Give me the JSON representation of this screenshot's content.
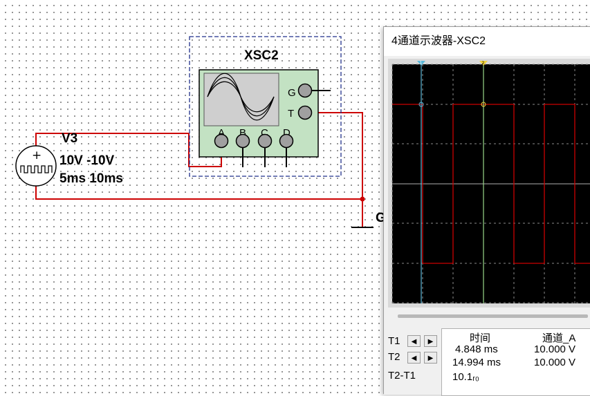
{
  "source": {
    "name": "V3",
    "values_line1": "10V -10V",
    "values_line2": "5ms 10ms"
  },
  "instrument": {
    "name": "XSC2",
    "terminals": [
      "G",
      "T",
      "A",
      "B",
      "C",
      "D"
    ]
  },
  "ground_label": "G",
  "scope_window": {
    "title": "4通道示波器-XSC2",
    "cursor_t1_marker": "1",
    "cursor_t2_marker": "2",
    "t1_label": "T1",
    "t2_label": "T2",
    "diff_label": "T2-T1",
    "col_time": "时间",
    "col_channel": "通道_A",
    "t1_time": "4.848 ms",
    "t1_value": "10.000 V",
    "t2_time": "14.994 ms",
    "t2_value": "10.000 V",
    "diff_time": "10.1ᵣ₀",
    "colors": {
      "screen": "#000000",
      "grid": "#8c8c8c",
      "trace": "#cc0000",
      "cursor1": "#59b7d8",
      "cursor2": "#99d88a",
      "wire": "#cc0000"
    }
  }
}
